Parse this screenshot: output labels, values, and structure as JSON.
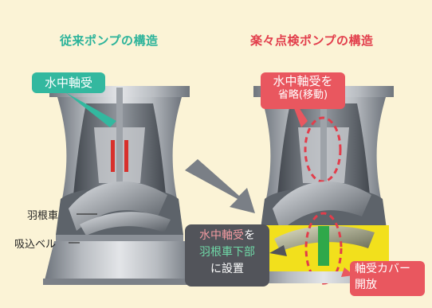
{
  "headings": {
    "conventional": "従来ポンプの構造",
    "easy_inspection": "楽々点検ポンプの構造"
  },
  "callouts": {
    "underwater_bearing": "水中軸受",
    "omitted_line1": "水中軸受を",
    "omitted_line2": "省略(移動)",
    "installed_part1": "水中軸受",
    "installed_part2": "を",
    "installed_part3": "羽根車下部",
    "installed_part4": "に設置",
    "cover_line1": "軸受カバー",
    "cover_line2": "開放"
  },
  "labels": {
    "impeller": "羽根車",
    "suction_bell": "吸込ベル"
  },
  "colors": {
    "background": "#fbf3d6",
    "teal": "#33b89f",
    "red": "#e9575f",
    "dark_box": "#52545a",
    "highlight_yellow": "#f2e01c",
    "bearing_red": "#d8302c",
    "bearing_green": "#2fa84a"
  }
}
